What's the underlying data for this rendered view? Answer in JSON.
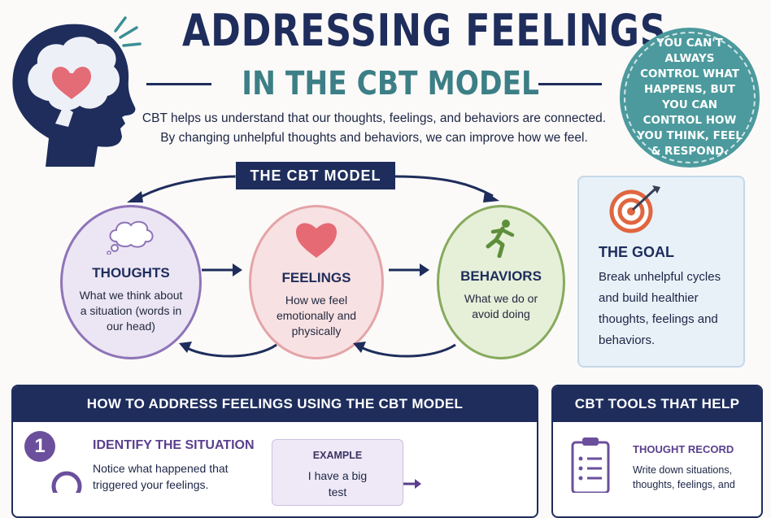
{
  "header": {
    "title": "ADDRESSING FEELINGS",
    "subtitle": "IN THE CBT MODEL",
    "intro_line1": "CBT helps us understand that our thoughts, feelings, and behaviors are connected.",
    "intro_line2": "By changing unhelpful thoughts and behaviors, we can improve how we feel."
  },
  "quote": "YOU CAN'T ALWAYS CONTROL WHAT HAPPENS, BUT YOU CAN CONTROL HOW YOU THINK, FEEL & RESPOND.",
  "model": {
    "label": "THE CBT MODEL",
    "nodes": [
      {
        "name": "THOUGHTS",
        "desc": "What we think about a situation (words in our head)",
        "color": "#8e74b8",
        "icon": "thought-bubble-icon"
      },
      {
        "name": "FEELINGS",
        "desc": "How we feel emotionally and physically",
        "color": "#e4a4a8",
        "icon": "heart-icon"
      },
      {
        "name": "BEHAVIORS",
        "desc": "What we do or avoid doing",
        "color": "#86aa5c",
        "icon": "running-person-icon"
      }
    ]
  },
  "goal": {
    "title": "THE GOAL",
    "text": "Break unhelpful cycles and build healthier thoughts, feelings and behaviors.",
    "icon": "target-icon"
  },
  "how_to": {
    "heading": "HOW TO ADDRESS FEELINGS USING THE CBT MODEL",
    "step_number": "1",
    "step_title": "IDENTIFY THE SITUATION",
    "step_text": "Notice what happened that triggered your feelings.",
    "example_label": "EXAMPLE",
    "example_text": "I have a big test"
  },
  "tools": {
    "heading": "CBT TOOLS THAT HELP",
    "tool_title": "THOUGHT RECORD",
    "tool_text": "Write down situations, thoughts, feelings, and",
    "icon": "clipboard-icon"
  },
  "colors": {
    "navy": "#1e2d5c",
    "teal": "#4c9a9d",
    "purple": "#6b4f9c",
    "pink": "#e4a4a8",
    "green": "#86aa5c"
  }
}
